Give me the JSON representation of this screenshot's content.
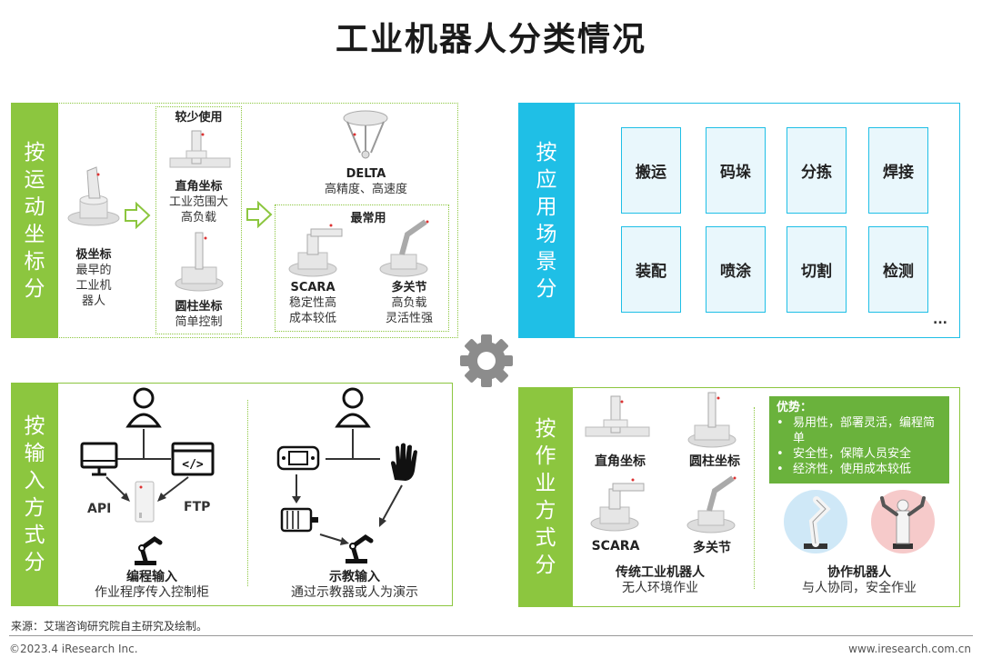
{
  "title": "工业机器人分类情况",
  "motion": {
    "label": [
      "按",
      "运",
      "动",
      "坐",
      "标",
      "分"
    ],
    "polar": {
      "name": "极坐标",
      "desc": [
        "最早的",
        "工业机",
        "器人"
      ]
    },
    "less_used": "较少使用",
    "cartesian": {
      "name": "直角坐标",
      "desc": [
        "工业范围大",
        "高负载"
      ]
    },
    "cylindrical": {
      "name": "圆柱坐标",
      "desc": [
        "简单控制"
      ]
    },
    "delta": {
      "name": "DELTA",
      "desc": "高精度、高速度"
    },
    "most_used": "最常用",
    "scara": {
      "name": "SCARA",
      "desc": [
        "稳定性高",
        "成本较低"
      ]
    },
    "multi_joint": {
      "name": "多关节",
      "desc": [
        "高负载",
        "灵活性强"
      ]
    }
  },
  "application": {
    "label": [
      "按",
      "应",
      "用",
      "场",
      "景",
      "分"
    ],
    "items": [
      "搬运",
      "码垛",
      "分拣",
      "焊接",
      "装配",
      "喷涂",
      "切割",
      "检测"
    ],
    "more": "..."
  },
  "input": {
    "label": [
      "按",
      "输",
      "入",
      "方",
      "式",
      "分"
    ],
    "api": "API",
    "ftp": "FTP",
    "programming": {
      "name": "编程输入",
      "desc": "作业程序传入控制柜"
    },
    "teaching": {
      "name": "示教输入",
      "desc": "通过示教器或人为演示"
    }
  },
  "operation": {
    "label": [
      "按",
      "作",
      "业",
      "方",
      "式",
      "分"
    ],
    "cartesian": "直角坐标",
    "cylindrical": "圆柱坐标",
    "scara": "SCARA",
    "multi_joint": "多关节",
    "traditional": {
      "name": "传统工业机器人",
      "desc": "无人环境作业"
    },
    "advantages_title": "优势：",
    "advantages": [
      "易用性，部署灵活，编程简单",
      "安全性，保障人员安全",
      "经济性，使用成本较低"
    ],
    "collaborative": {
      "name": "协作机器人",
      "desc": "与人协同，安全作业"
    }
  },
  "source": "来源：艾瑞咨询研究院自主研究及绘制。",
  "copyright": "©2023.4 iResearch Inc.",
  "website": "www.iresearch.com.cn",
  "colors": {
    "green": "#8cc63f",
    "cyan": "#1fbfe6",
    "gear": "#8c8c8c"
  }
}
